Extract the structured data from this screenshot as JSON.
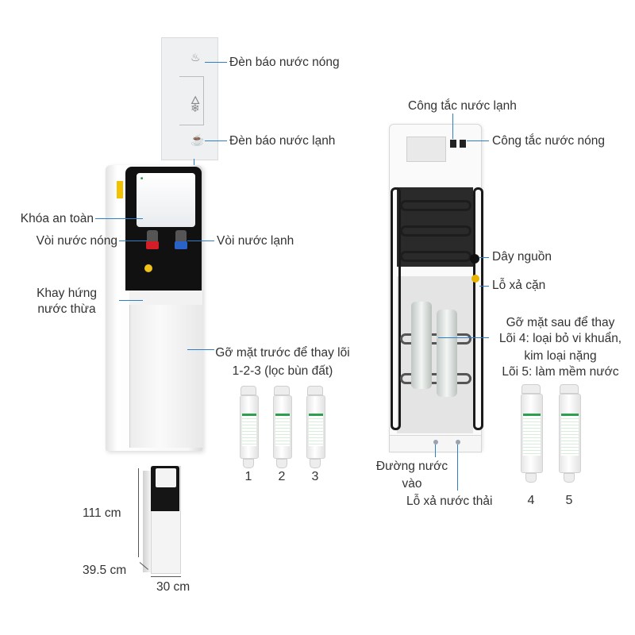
{
  "labels": {
    "hot_indicator": "Đèn báo nước nóng",
    "cold_indicator": "Đèn báo nước lạnh",
    "safety_lock": "Khóa an toàn",
    "hot_tap": "Vòi nước nóng",
    "cold_tap": "Vòi nước lạnh",
    "drip_tray_l1": "Khay hứng",
    "drip_tray_l2": "nước thừa",
    "front_cover_l1": "Gỡ mặt trước để thay lõi",
    "front_cover_l2": "1-2-3 (lọc bùn đất)",
    "cold_switch": "Công tắc nước lạnh",
    "hot_switch": "Công tắc nước nóng",
    "power_cord": "Dây nguồn",
    "sediment_drain": "Lỗ xả cặn",
    "back_cover_l1": "Gỡ mặt sau để thay",
    "back_cover_l2": "Lõi 4: loại bỏ vi khuẩn,",
    "back_cover_l3": "kim loại nặng",
    "back_cover_l4": "Lõi 5: làm mềm nước",
    "water_inlet_l1": "Đường nước",
    "water_inlet_l2": "vào",
    "waste_drain": "Lỗ xả nước thải"
  },
  "filters_front": [
    "1",
    "2",
    "3"
  ],
  "filters_back": [
    "4",
    "5"
  ],
  "dimensions": {
    "height": "111 cm",
    "depth": "39.5 cm",
    "width": "30 cm"
  },
  "colors": {
    "leader_line": "#2f7fc8",
    "hot_tap": "#d41d26",
    "cold_tap": "#2a63c7",
    "body_black": "#111111",
    "filter_green": "#2e9e4f"
  },
  "icons": {
    "hot": "hot-water-icon",
    "heat": "flame-icon",
    "cold": "snowflake-icon",
    "cold_indicator": "cold-water-icon"
  }
}
